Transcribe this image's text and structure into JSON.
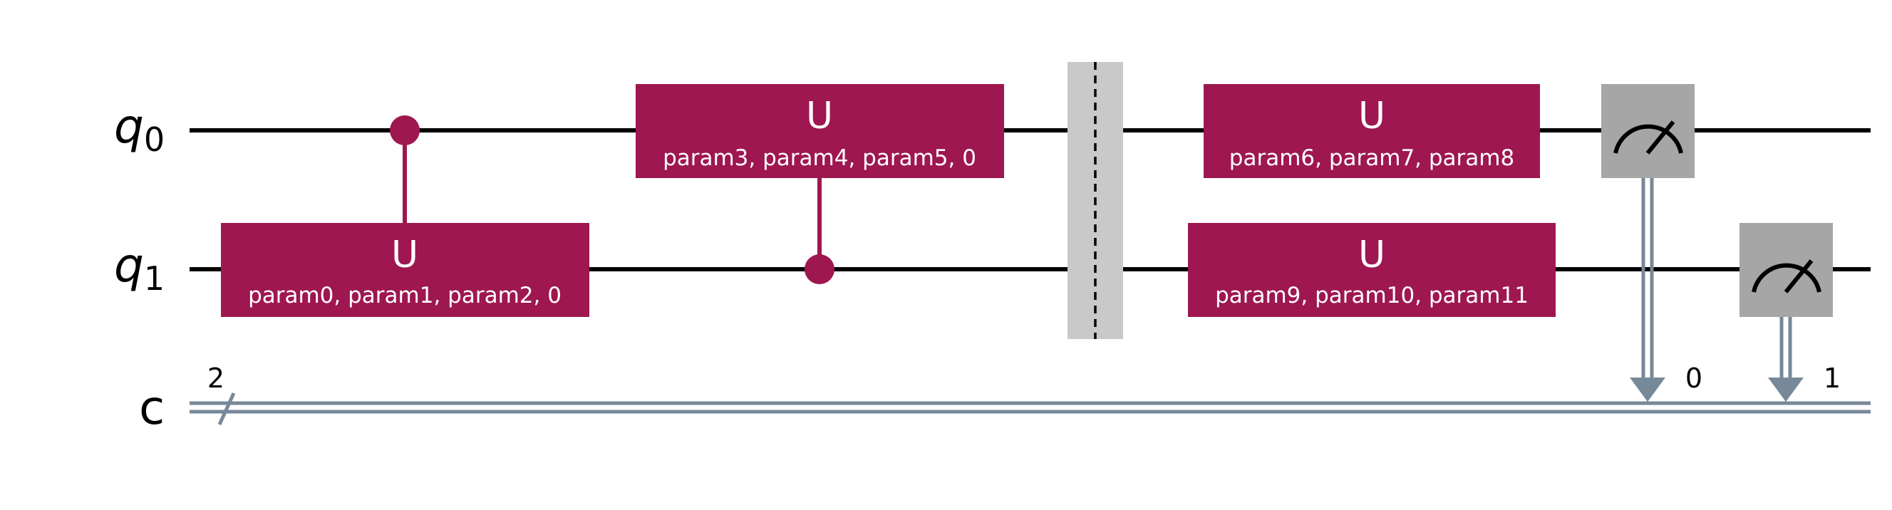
{
  "circuit": {
    "qubits": [
      {
        "name": "q",
        "index": "0"
      },
      {
        "name": "q",
        "index": "1"
      }
    ],
    "classical_register": {
      "name": "c",
      "width": "2"
    },
    "gates": [
      {
        "label": "U",
        "params": "param0, param1, param2, 0",
        "target": "q1",
        "control": "q0"
      },
      {
        "label": "U",
        "params": "param3, param4, param5, 0",
        "target": "q0",
        "control": "q1"
      },
      {
        "label": "U",
        "params": "param6, param7, param8",
        "target": "q0"
      },
      {
        "label": "U",
        "params": "param9, param10, param11",
        "target": "q1"
      }
    ],
    "barrier": {
      "qubits": [
        "q0",
        "q1"
      ]
    },
    "measurements": [
      {
        "qubit": "q0",
        "clbit": "0"
      },
      {
        "qubit": "q1",
        "clbit": "1"
      }
    ],
    "colors": {
      "gate": "#9e1750",
      "classical": "#778899",
      "measure": "#a6a6a6",
      "barrier": "#c9c9c9"
    }
  }
}
